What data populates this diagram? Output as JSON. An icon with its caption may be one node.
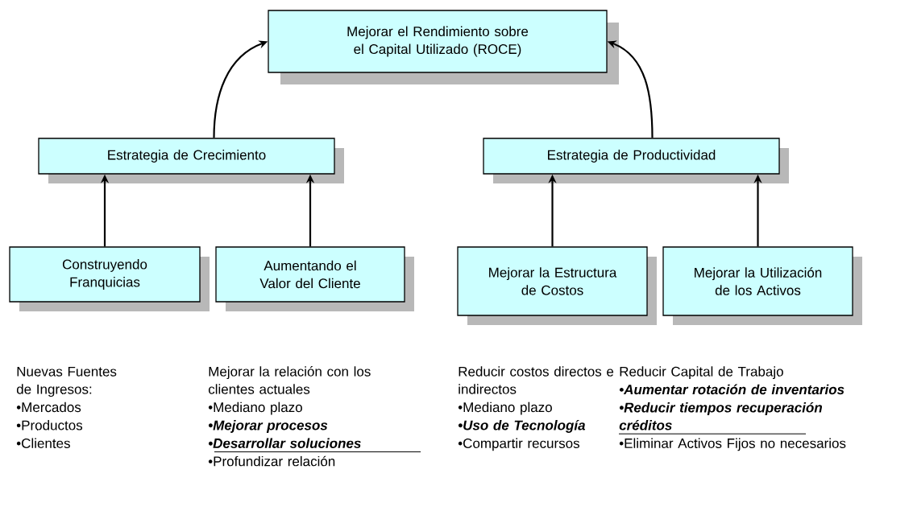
{
  "diagram": {
    "nodes": [
      {
        "text": [
          "Mejorar el Rendimiento sobre el Capital Utilizado (ROCE)"
        ]
      },
      {
        "text": [
          "Estrategia de Crecimiento"
        ]
      },
      {
        "text": [
          "Estrategia de Productividad"
        ]
      },
      {
        "text": [
          "Construyendo Franquicias"
        ]
      },
      {
        "text": [
          "Aumentando el Valor del Cliente"
        ]
      },
      {
        "text": [
          "Mejorar la Estructura de Costos"
        ]
      },
      {
        "text": [
          "Mejorar la Utilización de los Activos"
        ]
      }
    ],
    "edges": [
      {
        "from": 1,
        "to": 0,
        "arrow": "to"
      },
      {
        "from": 2,
        "to": 0,
        "arrow": "to"
      },
      {
        "from": 3,
        "to": 1,
        "arrow": "to"
      },
      {
        "from": 4,
        "to": 1,
        "arrow": "to"
      },
      {
        "from": 5,
        "to": 2,
        "arrow": "to"
      },
      {
        "from": 6,
        "to": 2,
        "arrow": "to"
      }
    ],
    "labels": [
      "Nuevas Fuentes de Ingresos:",
      "•Mercados",
      "•Productos",
      "•Clientes",
      "Mejorar la relación con los clientes actuales",
      "•Mediano plazo",
      "•Mejorar procesos",
      "•Desarrollar soluciones",
      "•Profundizar relación",
      "Reducir costos directos e indirectos",
      "•Mediano plazo",
      "•Uso de Tecnología",
      "•Compartir recursos",
      "Reducir Capital de Trabajo",
      "•Aumentar rotación de inventarios",
      "•Reducir tiempos recuperación créditos",
      "•Eliminar Activos Fijos no necesarios"
    ]
  }
}
